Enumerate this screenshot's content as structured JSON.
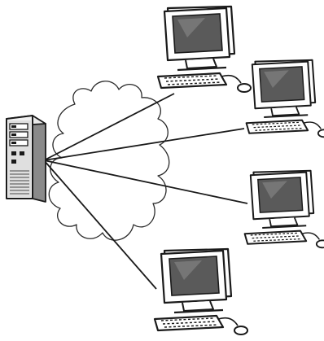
{
  "diagram": {
    "nodes": [
      {
        "id": "server",
        "kind": "server",
        "icon": "server-tower-icon"
      },
      {
        "id": "pc-1",
        "kind": "workstation",
        "icon": "desktop-computer-icon"
      },
      {
        "id": "pc-2",
        "kind": "workstation",
        "icon": "desktop-computer-icon"
      },
      {
        "id": "pc-3",
        "kind": "workstation",
        "icon": "desktop-computer-icon"
      },
      {
        "id": "pc-4",
        "kind": "workstation",
        "icon": "desktop-computer-icon"
      }
    ],
    "links": [
      {
        "from": "server",
        "to": "pc-1"
      },
      {
        "from": "server",
        "to": "pc-2"
      },
      {
        "from": "server",
        "to": "pc-3"
      },
      {
        "from": "server",
        "to": "pc-4"
      }
    ],
    "cloud": {
      "icon": "network-cloud-icon"
    }
  },
  "colors": {
    "stroke": "#1a1a1a",
    "screen": "#5a5a5a",
    "screen_highlight": "#9a9a9a",
    "case_light": "#f2f2f2",
    "case_mid": "#cfcfcf",
    "case_dark": "#8a8a8a",
    "background": "#ffffff"
  }
}
